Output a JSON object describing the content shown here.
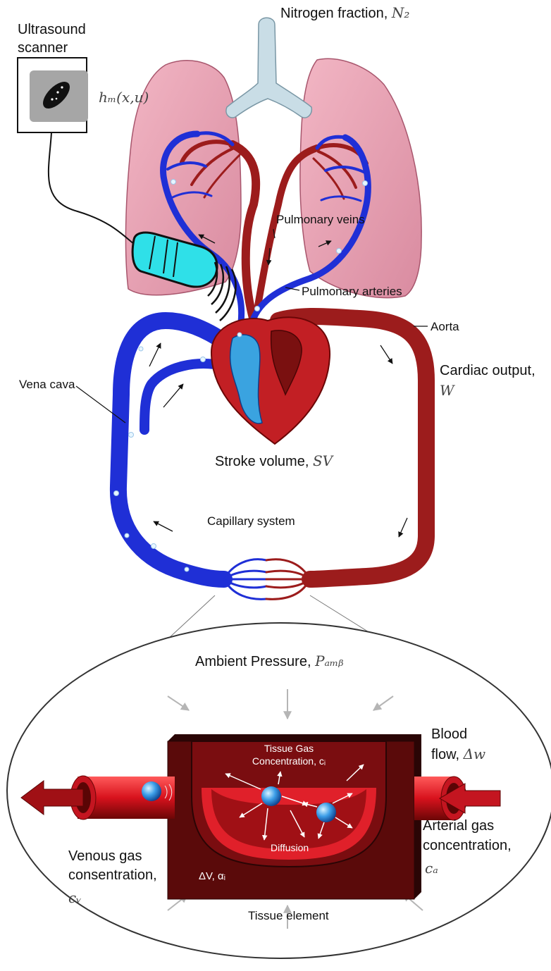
{
  "colors": {
    "venous_blue": "#1f2fd6",
    "arterial_red": "#9c1c1c",
    "lung_pink": "#e7a0b2",
    "trachea": "#c9dde6",
    "probe_cyan": "#2fe0e8",
    "tissue_dark": "#5a0a0a",
    "tissue_red": "#e0202a"
  },
  "labels": {
    "nitrogen": {
      "text": "Nitrogen fraction,",
      "var": "N₂"
    },
    "ultrasound": {
      "line1": "Ultrasound",
      "line2": "scanner"
    },
    "hm": "hₘ(x,u)",
    "pulmonary_veins": "Pulmonary veins",
    "pulmonary_arteries": "Pulmonary arteries",
    "aorta": "Aorta",
    "cardiac_output": {
      "text": "Cardiac output,",
      "var": "W"
    },
    "vena_cava": "Vena cava",
    "stroke_volume": {
      "text": "Stroke volume,",
      "var": "SV"
    },
    "capillary": "Capillary system",
    "ambient": {
      "text": "Ambient Pressure,",
      "var": "Pₐₘᵦ"
    },
    "blood_flow": {
      "line1": "Blood",
      "line2": "flow,",
      "var": "Δw"
    },
    "tissue_gas": {
      "line1": "Tissue Gas",
      "line2": "Concentration, cᵢ"
    },
    "diffusion": "Diffusion",
    "venous_gas": {
      "line1": "Venous gas",
      "line2": "consentration,",
      "var": "cᵥ"
    },
    "arterial_gas": {
      "line1": "Arterial gas",
      "line2": "concentration,",
      "var": "cₐ"
    },
    "dv": "ΔV, αᵢ",
    "tissue_element": "Tissue element"
  }
}
